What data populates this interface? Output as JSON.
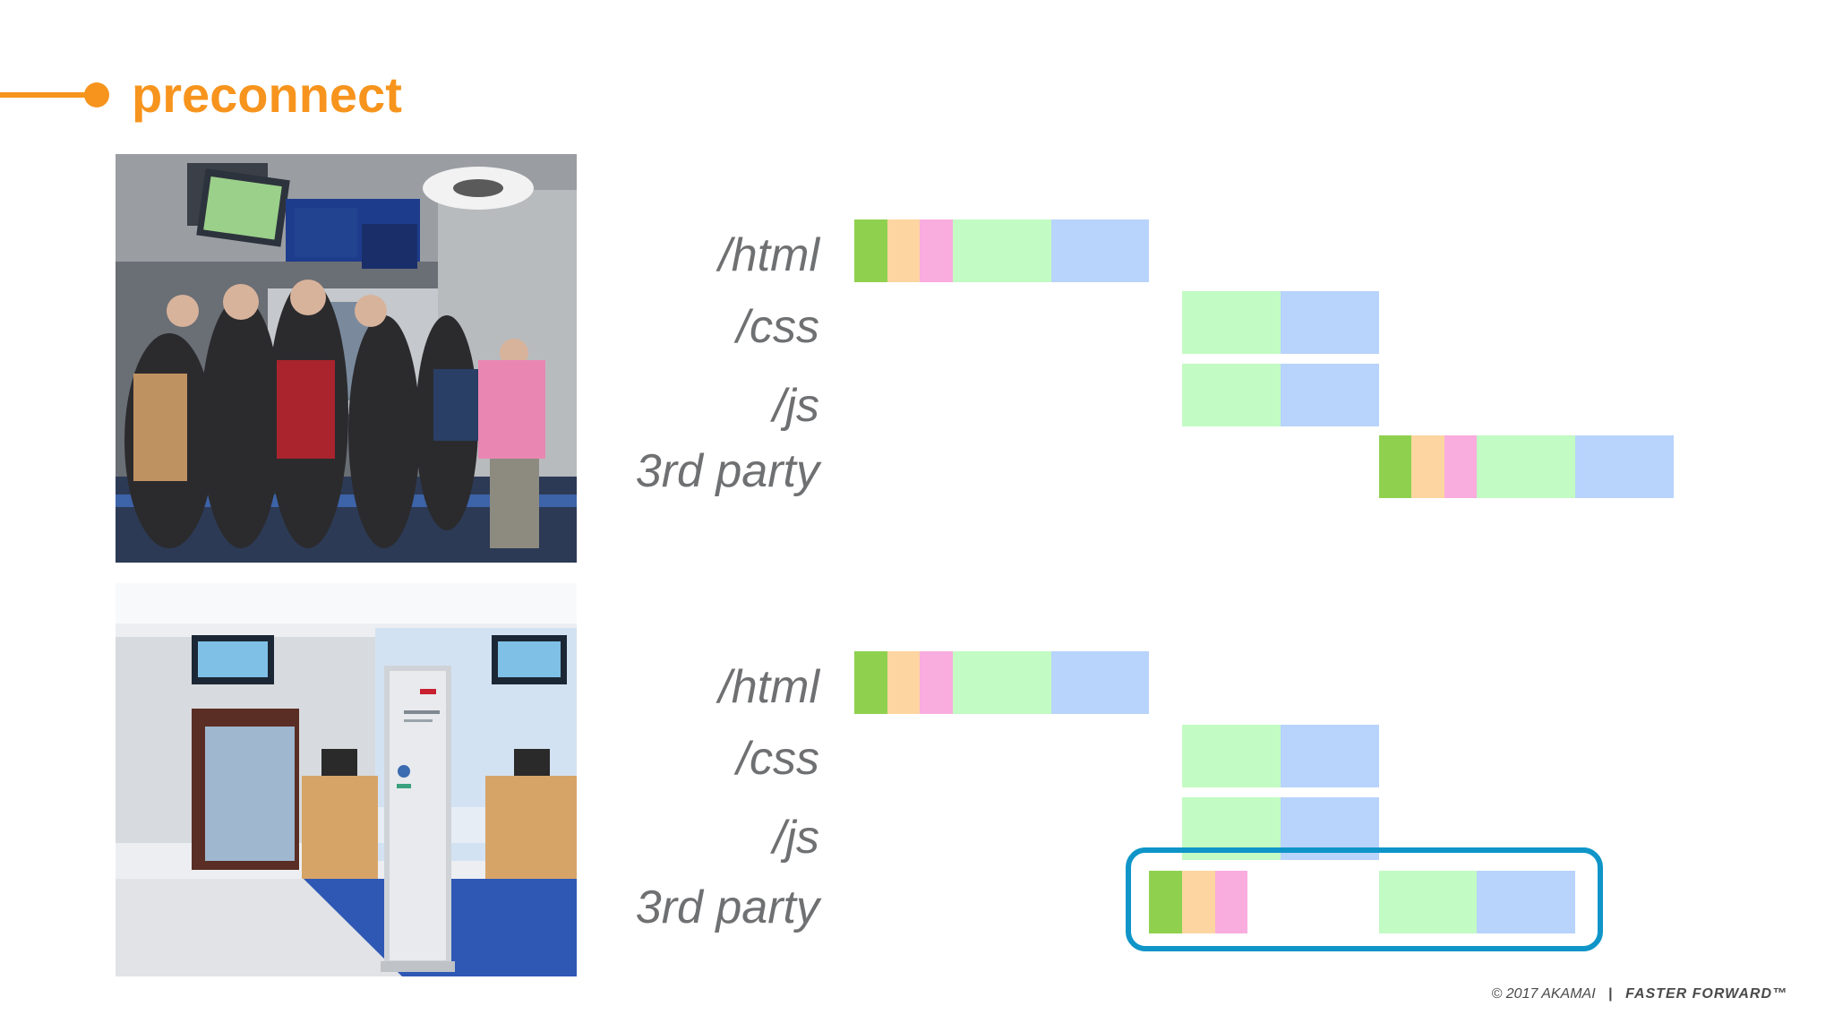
{
  "slide": {
    "title": "preconnect",
    "footer": {
      "copyright": "© 2017 AKAMAI",
      "separator": "|",
      "tagline": "FASTER FORWARD™"
    }
  },
  "colors": {
    "accent": "#f7941d",
    "highlight": "#0f95c8",
    "label": "#6f7072",
    "dns": "#8fd14f",
    "tcp": "#fdd5a0",
    "tls": "#f9acde",
    "request": "#c2fbc3",
    "response": "#b8d3fc"
  },
  "panels": [
    {
      "name": "without-preconnect",
      "rows": [
        {
          "label": "/html",
          "segments": [
            {
              "type": "dns",
              "start": 0,
              "end": 1
            },
            {
              "type": "tcp",
              "start": 1,
              "end": 2
            },
            {
              "type": "tls",
              "start": 2,
              "end": 3
            },
            {
              "type": "request",
              "start": 3,
              "end": 6
            },
            {
              "type": "response",
              "start": 6,
              "end": 9
            }
          ]
        },
        {
          "label": "/css",
          "segments": [
            {
              "type": "request",
              "start": 10,
              "end": 13
            },
            {
              "type": "response",
              "start": 13,
              "end": 16
            }
          ]
        },
        {
          "label": "/js",
          "segments": [
            {
              "type": "request",
              "start": 10,
              "end": 13
            },
            {
              "type": "response",
              "start": 13,
              "end": 16
            }
          ]
        },
        {
          "label": "3rd party",
          "segments": [
            {
              "type": "dns",
              "start": 16,
              "end": 17
            },
            {
              "type": "tcp",
              "start": 17,
              "end": 18
            },
            {
              "type": "tls",
              "start": 18,
              "end": 19
            },
            {
              "type": "request",
              "start": 19,
              "end": 22
            },
            {
              "type": "response",
              "start": 22,
              "end": 25
            }
          ]
        }
      ]
    },
    {
      "name": "with-preconnect",
      "rows": [
        {
          "label": "/html",
          "segments": [
            {
              "type": "dns",
              "start": 0,
              "end": 1
            },
            {
              "type": "tcp",
              "start": 1,
              "end": 2
            },
            {
              "type": "tls",
              "start": 2,
              "end": 3
            },
            {
              "type": "request",
              "start": 3,
              "end": 6
            },
            {
              "type": "response",
              "start": 6,
              "end": 9
            }
          ]
        },
        {
          "label": "/css",
          "segments": [
            {
              "type": "request",
              "start": 10,
              "end": 13
            },
            {
              "type": "response",
              "start": 13,
              "end": 16
            }
          ]
        },
        {
          "label": "/js",
          "segments": [
            {
              "type": "request",
              "start": 10,
              "end": 13
            },
            {
              "type": "response",
              "start": 13,
              "end": 16
            }
          ]
        },
        {
          "label": "3rd party",
          "segments": [
            {
              "type": "dns",
              "start": 9,
              "end": 10
            },
            {
              "type": "tcp",
              "start": 10,
              "end": 11
            },
            {
              "type": "tls",
              "start": 11,
              "end": 12
            },
            {
              "type": "request",
              "start": 16,
              "end": 19
            },
            {
              "type": "response",
              "start": 19,
              "end": 22
            }
          ]
        }
      ]
    }
  ]
}
